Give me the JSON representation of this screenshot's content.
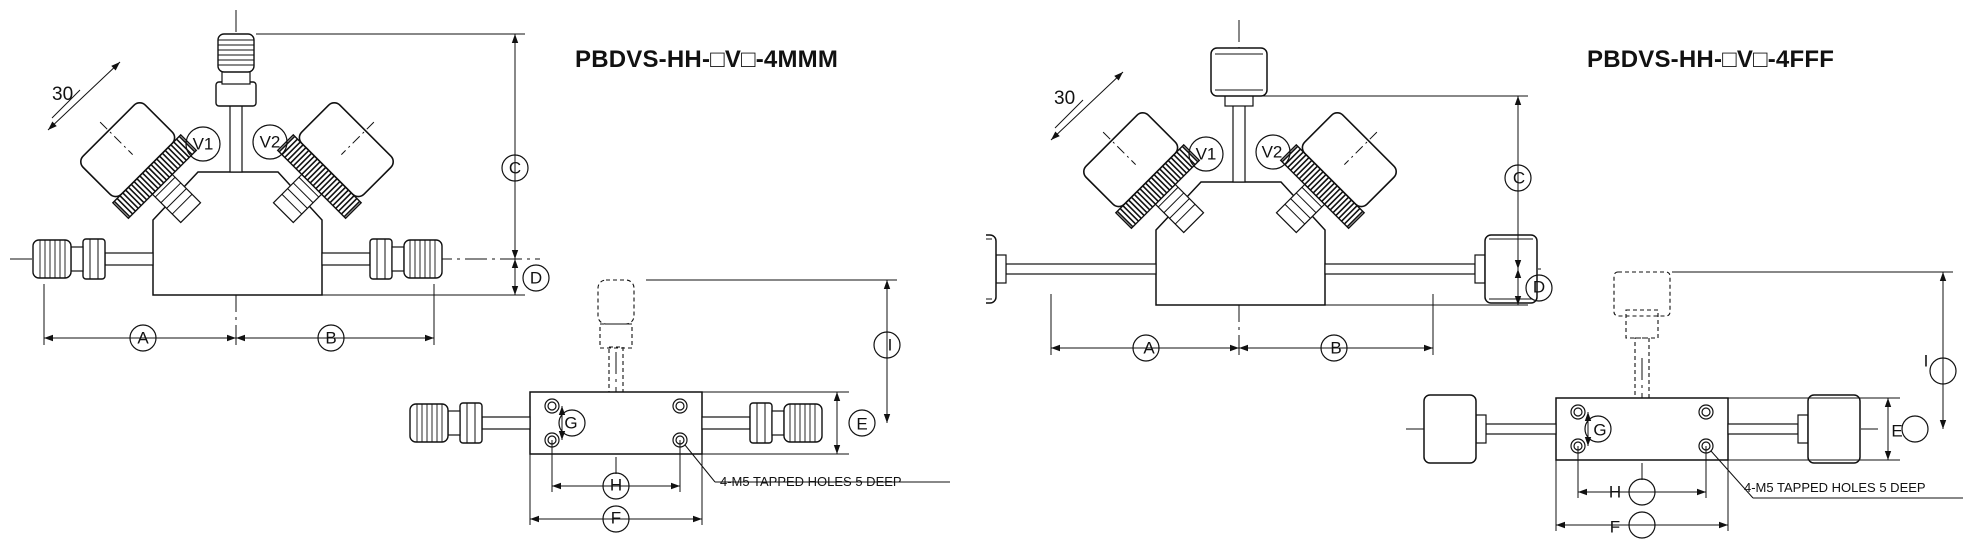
{
  "diagrams": [
    {
      "id": "left",
      "model_code": "PBDVS-HH-□V□-4MMM",
      "dimension_30": "30",
      "valve_labels": [
        "V1",
        "V2"
      ],
      "dim_labels": {
        "A": "A",
        "B": "B",
        "C": "C",
        "D": "D",
        "E": "E",
        "F": "F",
        "G": "G",
        "H": "H",
        "I": "I"
      },
      "note": "4-M5 TAPPED HOLES 5 DEEP",
      "end_fitting": "male"
    },
    {
      "id": "right",
      "model_code": "PBDVS-HH-□V□-4FFF",
      "dimension_30": "30",
      "valve_labels": [
        "V1",
        "V2"
      ],
      "dim_labels": {
        "A": "A",
        "B": "B",
        "C": "C",
        "D": "D",
        "E": "E",
        "F": "F",
        "G": "G",
        "H": "H",
        "I": "I"
      },
      "note": "4-M5 TAPPED HOLES 5 DEEP",
      "end_fitting": "female"
    }
  ],
  "colors": {
    "line": "#111111",
    "fill": "#ffffff",
    "knurl": "#222222"
  }
}
